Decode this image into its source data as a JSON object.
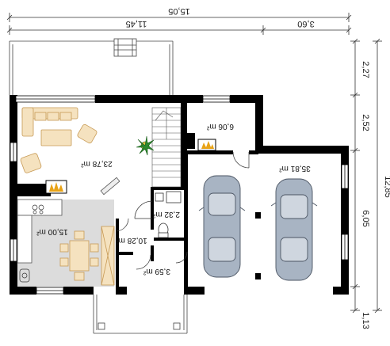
{
  "dimensions": {
    "total_width": "15,05",
    "left_width": "11,45",
    "right_width": "3,60",
    "right_total": "12,85",
    "right_seg1": "2,27",
    "right_seg2": "2,52",
    "right_seg3": "6,05",
    "right_seg4": "1,13"
  },
  "rooms": {
    "living": "23,78 m²",
    "kitchen_dining": "15,00 m²",
    "hall_room": "10,28 m²",
    "wc_small": "2,32 m²",
    "vestibule": "3,59 m²",
    "boiler": "6,06 m²",
    "garage": "35,81 m²"
  },
  "colors": {
    "wall": "#000000",
    "kitchen_floor": "#dcdcdc",
    "furniture": "#f5e2bf",
    "furniture_stroke": "#c79a55",
    "window": "#ffffff",
    "car_body": "#a8b4c3",
    "car_stroke": "#4b5563",
    "plant": "#2e8b2e",
    "fire": "#e8a317"
  },
  "icons": [
    "sofa-icon",
    "armchair-icon",
    "table-icon",
    "plant-icon",
    "fireplace-icon",
    "stove-icon",
    "sink-icon",
    "toilet-icon",
    "car-icon",
    "door-icon",
    "stairs-icon"
  ]
}
